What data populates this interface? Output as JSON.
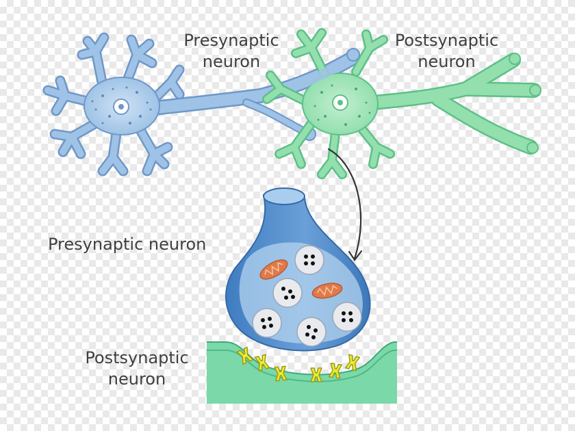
{
  "labels": {
    "presynaptic_top": [
      "Presynaptic",
      "neuron"
    ],
    "postsynaptic_top": [
      "Postsynaptic",
      "neuron"
    ],
    "presynaptic_terminal": "Presynaptic neuron",
    "postsynaptic_membrane": [
      "Postsynaptic",
      "neuron"
    ]
  },
  "colors": {
    "presynaptic": "#9fc3e6",
    "presynaptic_dark": "#6f97c8",
    "postsynaptic": "#93dfae",
    "postsynaptic_dark": "#5cc087",
    "terminal": "#4f8ac9",
    "vesicle": "#e8eaee",
    "mitochondria": "#e07a4a",
    "receptor": "#ecec35",
    "text": "#3f3f3f"
  }
}
